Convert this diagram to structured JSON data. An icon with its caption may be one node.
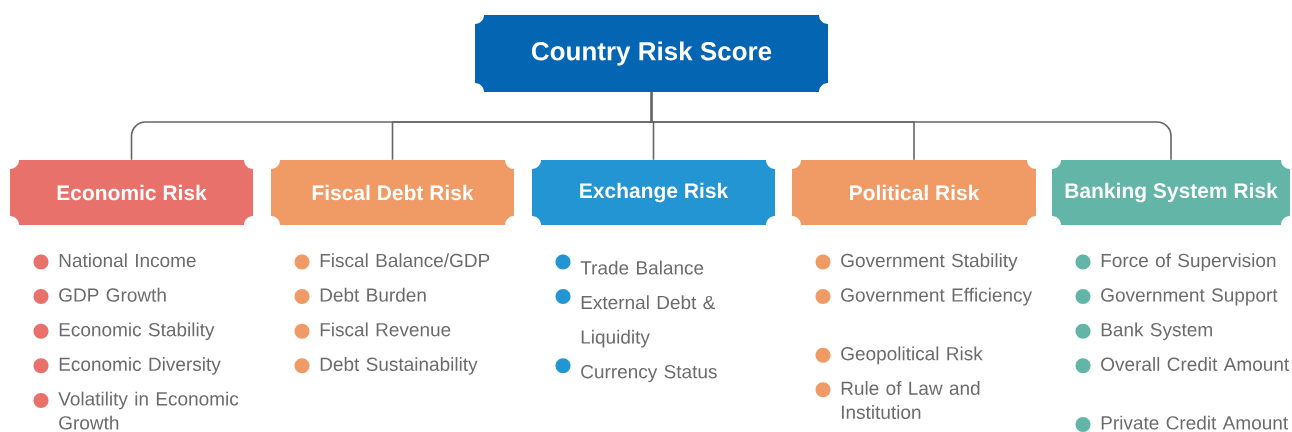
{
  "diagram": {
    "nodes": [
      {
        "text": [
          "Country Risk Score"
        ]
      },
      {
        "text": [
          "Economic Risk"
        ],
        "beside": [
          "National Income",
          "GDP Growth",
          "Economic Stability",
          "Economic Diversity",
          "Volatility in Economic Growth"
        ]
      },
      {
        "text": [
          "Fiscal Debt Risk"
        ],
        "beside": [
          "Fiscal Balance/GDP",
          "Debt Burden",
          "Fiscal Revenue",
          "Debt Sustainability"
        ]
      },
      {
        "text": [
          "Exchange Risk"
        ],
        "beside": [
          "Trade Balance",
          "External Debt & Liquidity",
          "Currency Status"
        ]
      },
      {
        "text": [
          "Political Risk"
        ],
        "beside": [
          "Government Stability",
          "Government Efficiency",
          "Geopolitical Risk",
          "Rule of Law and Institution"
        ]
      },
      {
        "text": [
          "Banking System Risk"
        ],
        "beside": [
          "Force of Supervision",
          "Government Support",
          "Bank System",
          "Overall Credit Amount",
          "Private Credit Amount"
        ]
      }
    ],
    "edges": [
      {
        "from": 0,
        "to": 1,
        "arrow": "none"
      },
      {
        "from": 0,
        "to": 2,
        "arrow": "none"
      },
      {
        "from": 0,
        "to": 3,
        "arrow": "none"
      },
      {
        "from": 0,
        "to": 4,
        "arrow": "none"
      },
      {
        "from": 0,
        "to": 5,
        "arrow": "none"
      }
    ]
  }
}
